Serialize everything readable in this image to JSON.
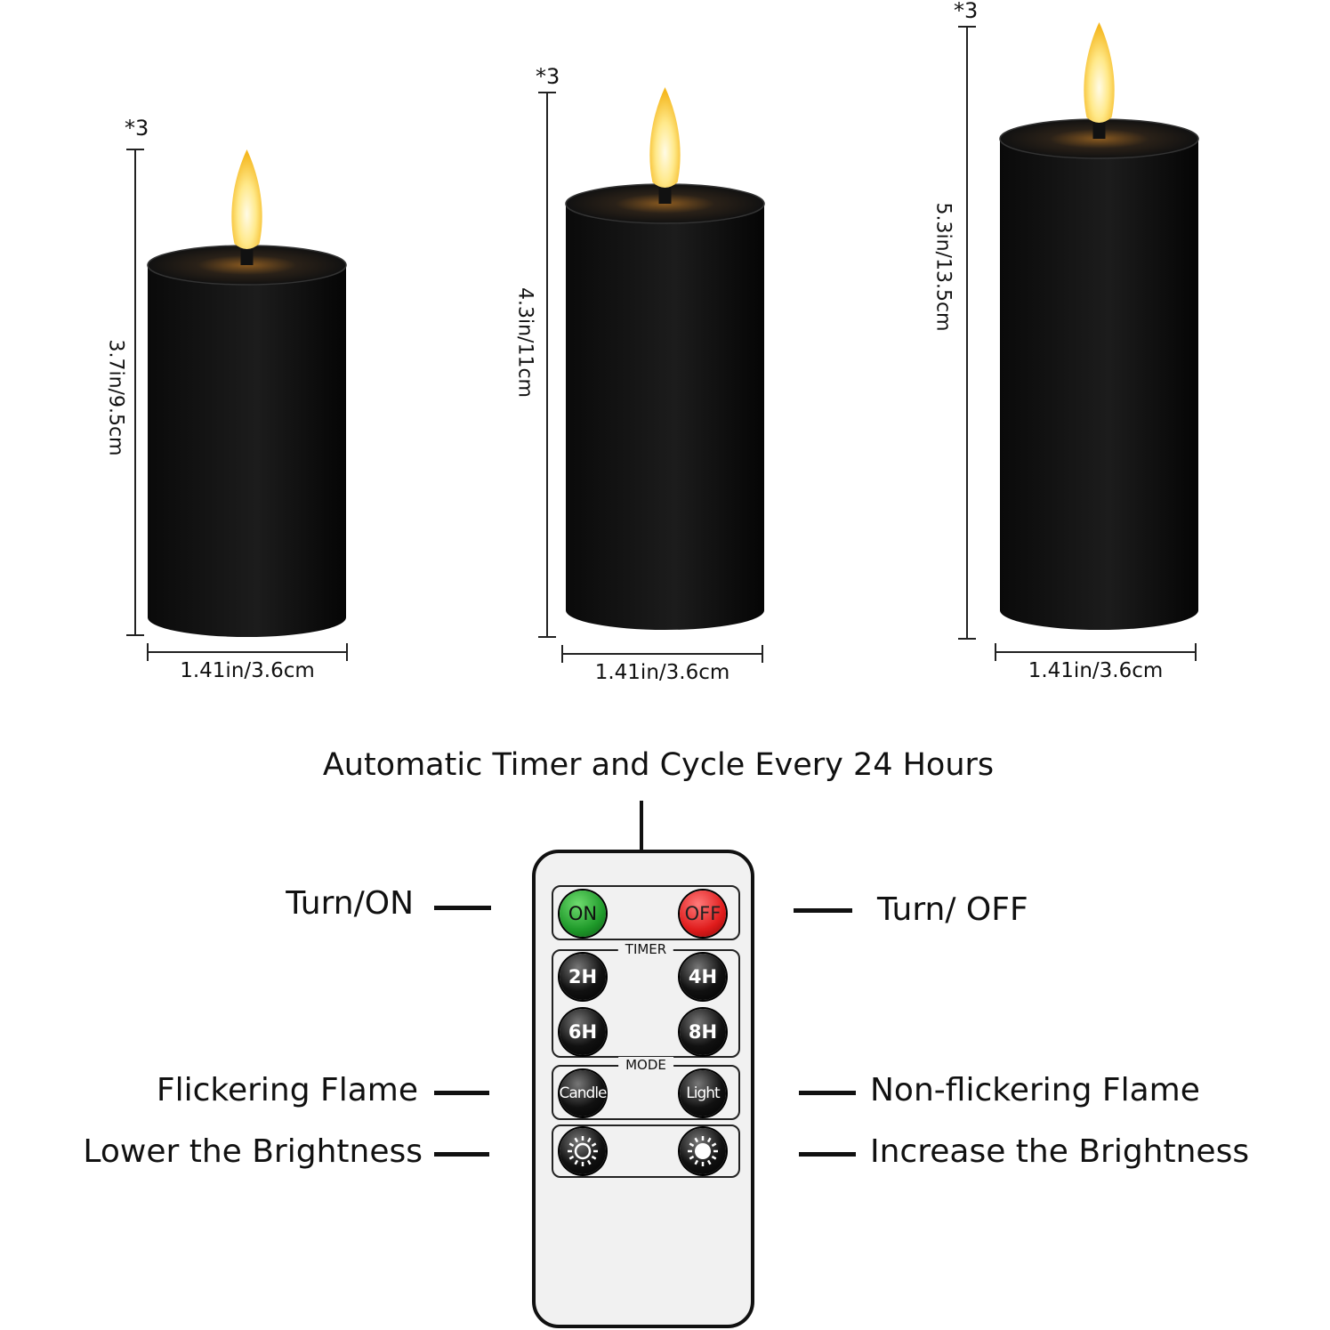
{
  "candles": [
    {
      "quantity": "*3",
      "height": "3.7in/9.5cm",
      "diameter": "1.41in/3.6cm"
    },
    {
      "quantity": "*3",
      "height": "4.3in/11cm",
      "diameter": "1.41in/3.6cm"
    },
    {
      "quantity": "*3",
      "height": "5.3in/13.5cm",
      "diameter": "1.41in/3.6cm"
    }
  ],
  "remote": {
    "title": "Automatic Timer and Cycle Every 24 Hours",
    "labels": {
      "on": "Turn/ON",
      "off": "Turn/ OFF",
      "flicker": "Flickering Flame",
      "non_flicker": "Non-flickering Flame",
      "lower": "Lower the Brightness",
      "increase": "Increase the Brightness"
    },
    "groups": {
      "timer": "TIMER",
      "mode": "MODE"
    },
    "buttons": {
      "on": "ON",
      "off": "OFF",
      "h2": "2H",
      "h4": "4H",
      "h6": "6H",
      "h8": "8H",
      "candle": "Candle",
      "light": "Light"
    },
    "icons": {
      "lower": "sun-outline-icon",
      "increase": "sun-filled-icon"
    },
    "colors": {
      "on": "#1f9a2a",
      "off": "#e01c1c",
      "candle": "#111111",
      "flame": "#ffd24a"
    }
  }
}
